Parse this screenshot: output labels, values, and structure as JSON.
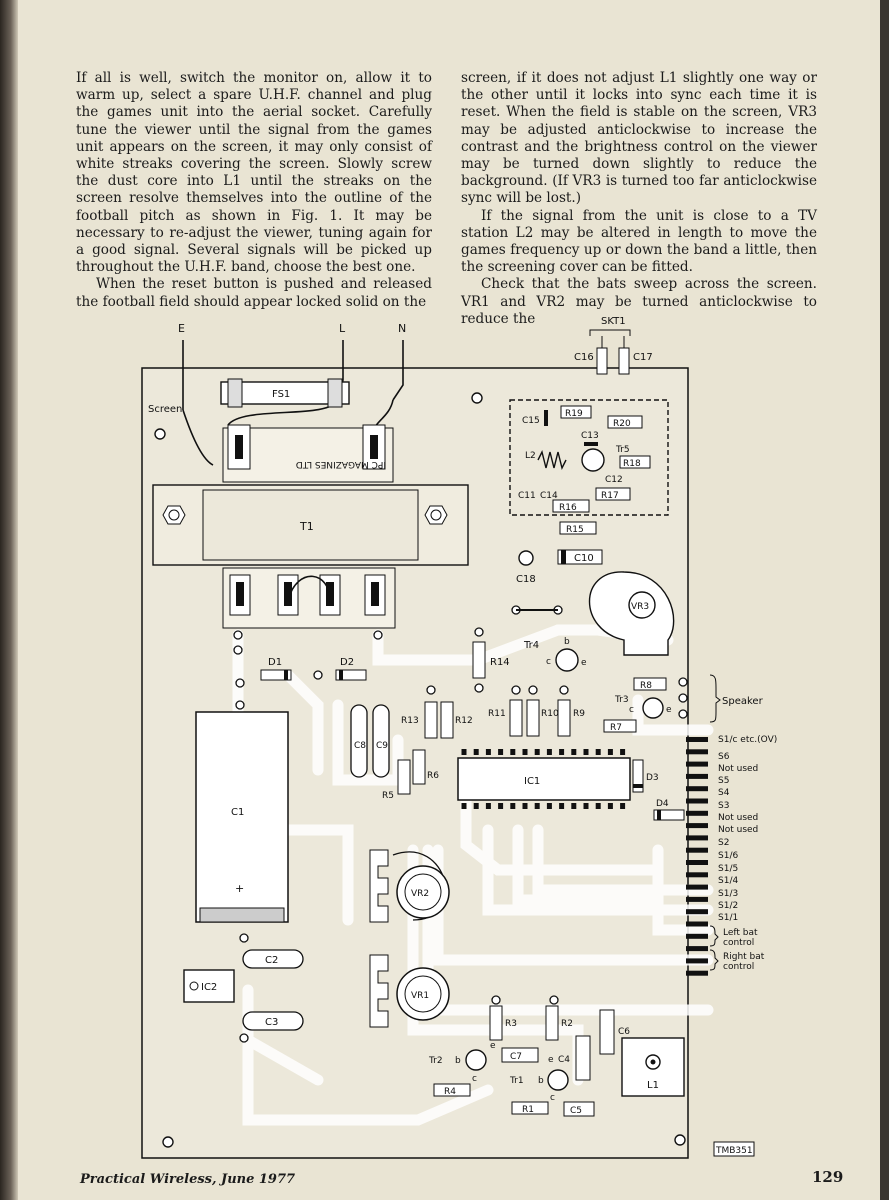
{
  "article": {
    "left_paragraphs": [
      "If all is well, switch the monitor on, allow it to warm up, select a spare U.H.F. channel and plug the games unit into the aerial socket. Carefully tune the viewer until the signal from the games unit appears on the screen, it may only consist of white streaks covering the screen. Slowly screw the dust core into L1 until the streaks on the screen resolve themselves into the outline of the football pitch as shown in Fig. 1. It may be necessary to re-adjust the viewer, tuning again for a good signal. Several signals will be picked up throughout the U.H.F. band, choose the best one.",
      "When the reset button is pushed and released the football field should appear locked solid on the"
    ],
    "right_paragraphs": [
      "screen, if it does not adjust L1 slightly one way or the other until it locks into sync each time it is reset. When the field is stable on the screen, VR3 may be adjusted anticlockwise to increase the contrast and the brightness control on the viewer may be turned down slightly to reduce the background. (If VR3 is turned too far anticlockwise sync will be lost.)",
      "If the signal from the unit is close to a TV station L2 may be altered in length to move the games frequency up or down the band a little, then the screening cover can be fitted.",
      "Check that the bats sweep across the screen. VR1 and VR2 may be turned anticlockwise to reduce the"
    ]
  },
  "diagram": {
    "top_leads": [
      "E",
      "L",
      "N"
    ],
    "skt_label": "SKT1",
    "screen_label": "Screen",
    "fuse": "FS1",
    "transformer": "T1",
    "watermark": "IPC MAGAZINES LTD",
    "rf_section": [
      "C15",
      "R19",
      "R20",
      "C13",
      "Tr5",
      "L2",
      "R18",
      "C12",
      "C11",
      "C14",
      "R16",
      "R17"
    ],
    "diodes": [
      "D1",
      "D2",
      "D3",
      "D4"
    ],
    "resistors": [
      "R15",
      "R14",
      "R13",
      "R12",
      "R11",
      "R10",
      "R9",
      "R8",
      "R7",
      "R6",
      "R5",
      "R4",
      "R3",
      "R2",
      "R1"
    ],
    "capacitors": [
      "C16",
      "C17",
      "C10",
      "C18",
      "C1",
      "C2",
      "C3",
      "C4",
      "C5",
      "C6",
      "C7",
      "C8",
      "C9"
    ],
    "presets": [
      "VR1",
      "VR2",
      "VR3"
    ],
    "transistors": [
      "Tr1",
      "Tr2",
      "Tr3",
      "Tr4"
    ],
    "ic_labels": [
      "IC1",
      "IC2"
    ],
    "coil": "L1",
    "plus_sign": "+",
    "pin_letters": {
      "b": "b",
      "c": "c",
      "e": "e"
    },
    "speaker": "Speaker",
    "terminals": [
      "S1/c etc.(OV)",
      "S6",
      "Not used",
      "S5",
      "S4",
      "S3",
      "Not used",
      "Not used",
      "S2",
      "S1/6",
      "S1/5",
      "S1/4",
      "S1/3",
      "S1/2",
      "S1/1"
    ],
    "left_bat": [
      "Left bat",
      "control"
    ],
    "right_bat": [
      "Right bat",
      "control"
    ],
    "code": "TMB351"
  },
  "footer": {
    "publication": "Practical Wireless, June 1977",
    "page_number": "129"
  }
}
